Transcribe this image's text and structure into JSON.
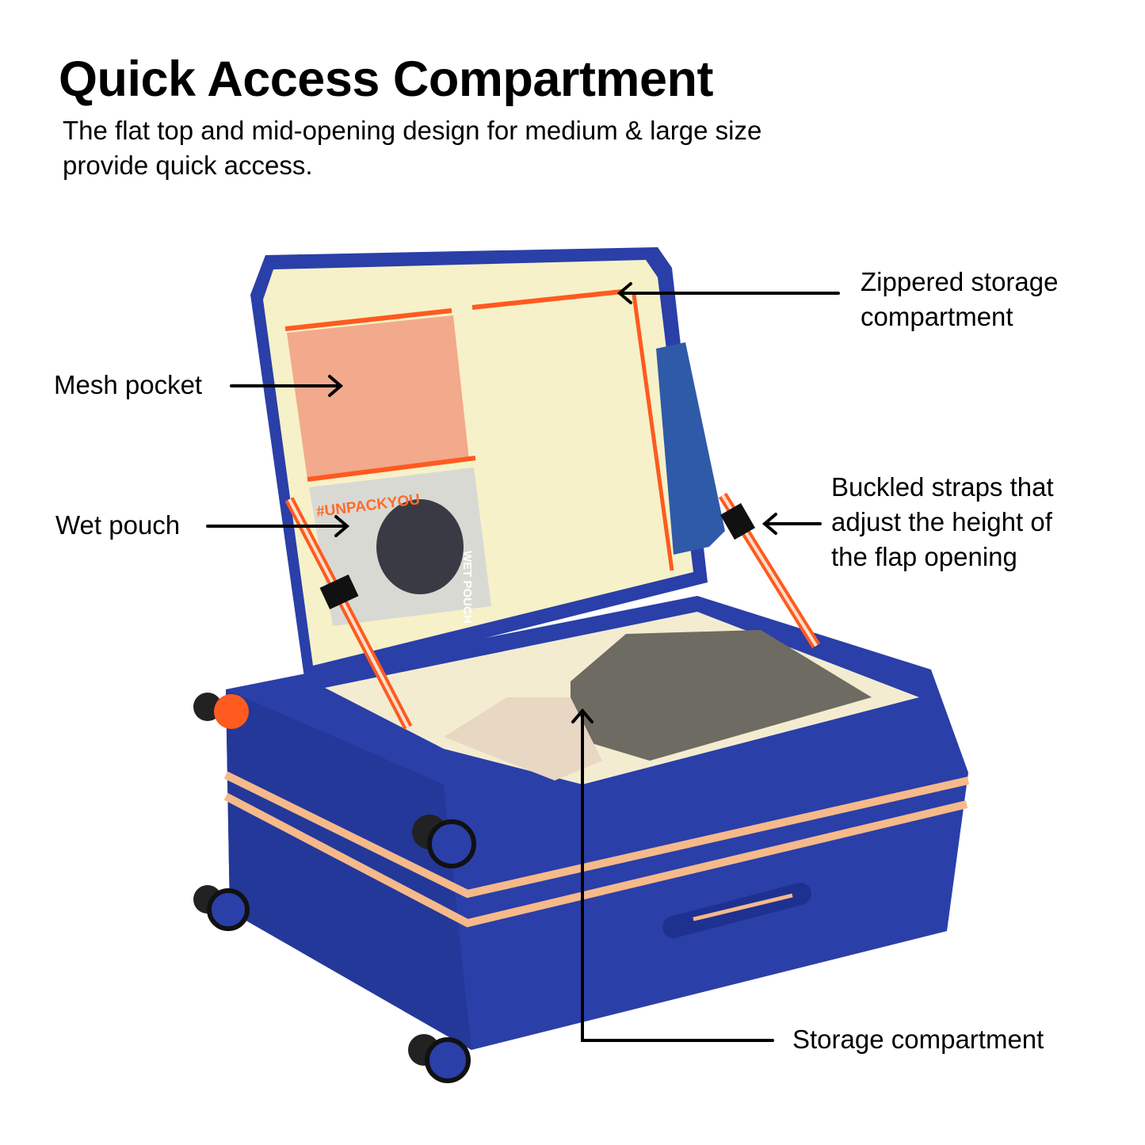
{
  "header": {
    "title": "Quick Access Compartment",
    "subtitle_line1": "The flat top and mid-opening design for medium & large size",
    "subtitle_line2": "provide quick access."
  },
  "callouts": {
    "zippered_line1": "Zippered storage",
    "zippered_line2": "compartment",
    "mesh_pocket": "Mesh pocket",
    "wet_pouch": "Wet pouch",
    "buckled_line1": "Buckled straps that",
    "buckled_line2": "adjust the height of",
    "buckled_line3": "the flap opening",
    "storage": "Storage compartment"
  },
  "product_print": {
    "hashtag": "#UNPACKYOU",
    "pouch_label": "WET POUCH"
  },
  "colors": {
    "shell": "#2a3fa8",
    "lining": "#f6f1c8",
    "zipper": "#ff5a1f",
    "trim": "#f6b98a"
  }
}
